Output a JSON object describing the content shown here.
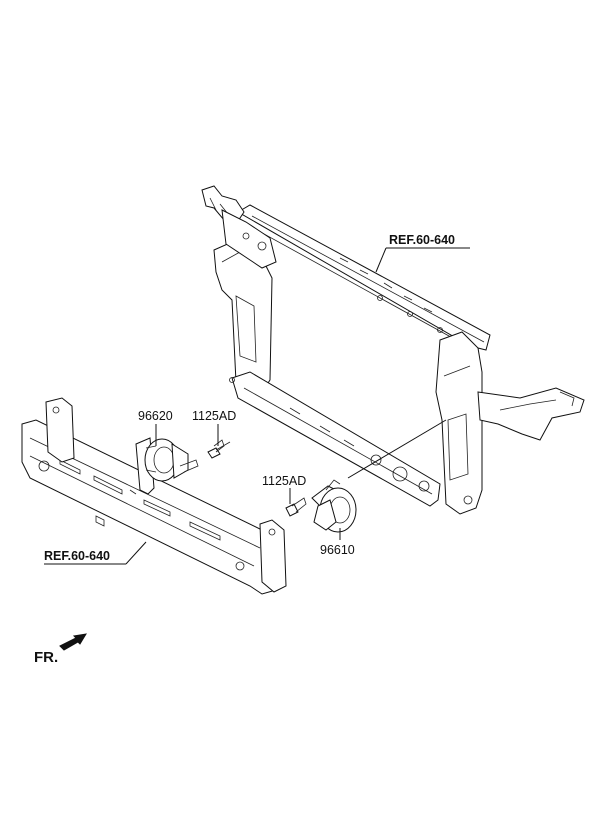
{
  "labels": {
    "ref_top": "REF.60-640",
    "ref_left": "REF.60-640",
    "part_96620": "96620",
    "bolt_upper": "1125AD",
    "bolt_lower": "1125AD",
    "part_96610": "96610",
    "front": "FR."
  }
}
